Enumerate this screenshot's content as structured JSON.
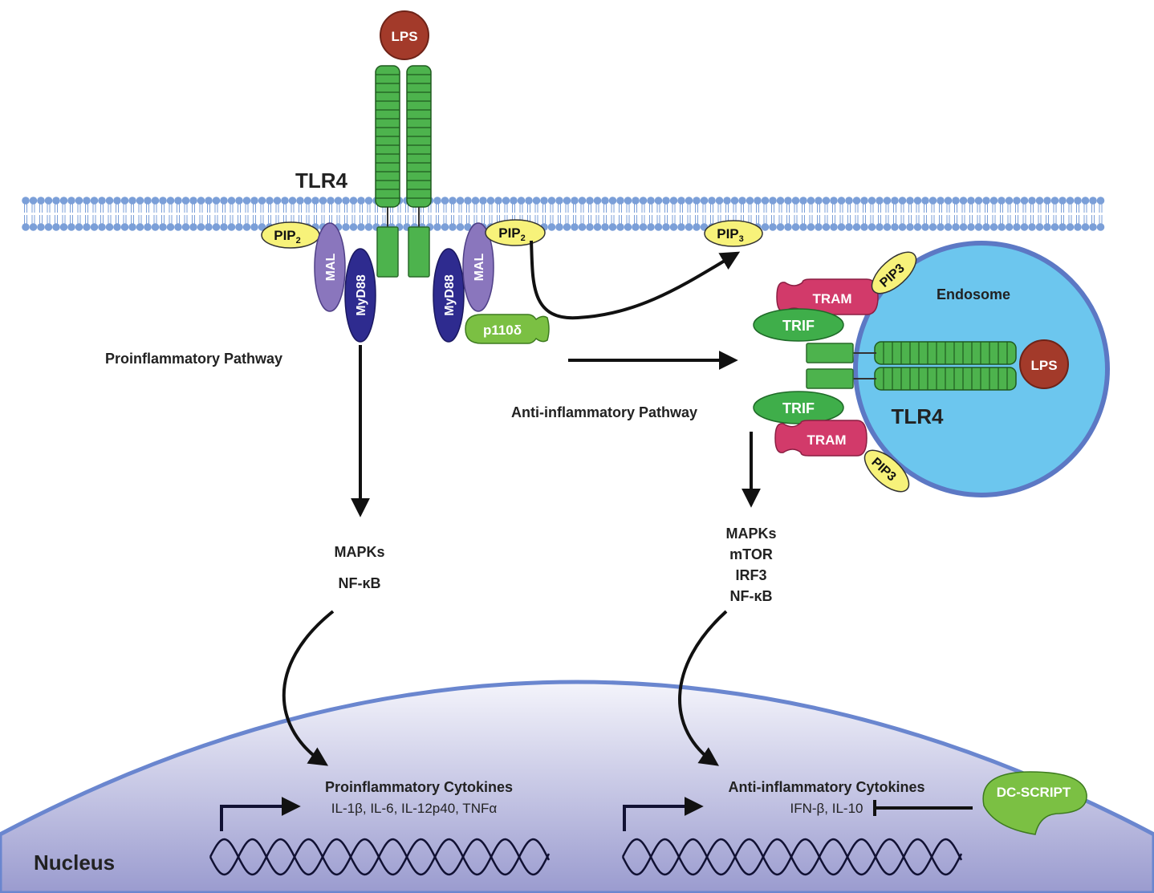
{
  "membrane": {
    "tlr4_label": "TLR4",
    "lps_label": "LPS",
    "pip2_label": "PIP",
    "pip2_sub": "2",
    "pip3_label": "PIP",
    "pip3_sub": "3",
    "mal_label": "MAL",
    "myd88_label": "MyD88",
    "p110_label": "p110δ"
  },
  "pathways": {
    "pro_label": "Proinflammatory Pathway",
    "anti_label": "Anti-inflammatory Pathway"
  },
  "endosome": {
    "label": "Endosome",
    "tlr4_label": "TLR4",
    "lps_label": "LPS",
    "tram_label": "TRAM",
    "trif_label": "TRIF"
  },
  "signals": {
    "pro": [
      "MAPKs",
      "NF-κB"
    ],
    "anti": [
      "MAPKs",
      "mTOR",
      "IRF3",
      "NF-κB"
    ]
  },
  "nucleus": {
    "label": "Nucleus",
    "pro_title": "Proinflammatory Cytokines",
    "pro_list": "IL-1β, IL-6, IL-12p40, TNFα",
    "anti_title": "Anti-inflammatory Cytokines",
    "anti_list": "IFN-β, IL-10",
    "dcscript_label": "DC-SCRIPT"
  },
  "colors": {
    "membrane_bead": "#7b9fd8",
    "tlr4_green": "#4db34d",
    "lps_red": "#a33a2a",
    "pip_yellow": "#f7f27a",
    "mal_purple": "#8a76bd",
    "myd88_navy": "#2e2b8f",
    "p110_green": "#7bc043",
    "tram_pink": "#d23a6a",
    "trif_green": "#3fae4a",
    "endosome_blue": "#6cc6ee",
    "nucleus_top": "#eeeef8",
    "nucleus_bottom": "#9c9cce",
    "dcscript_green": "#7bc043"
  }
}
